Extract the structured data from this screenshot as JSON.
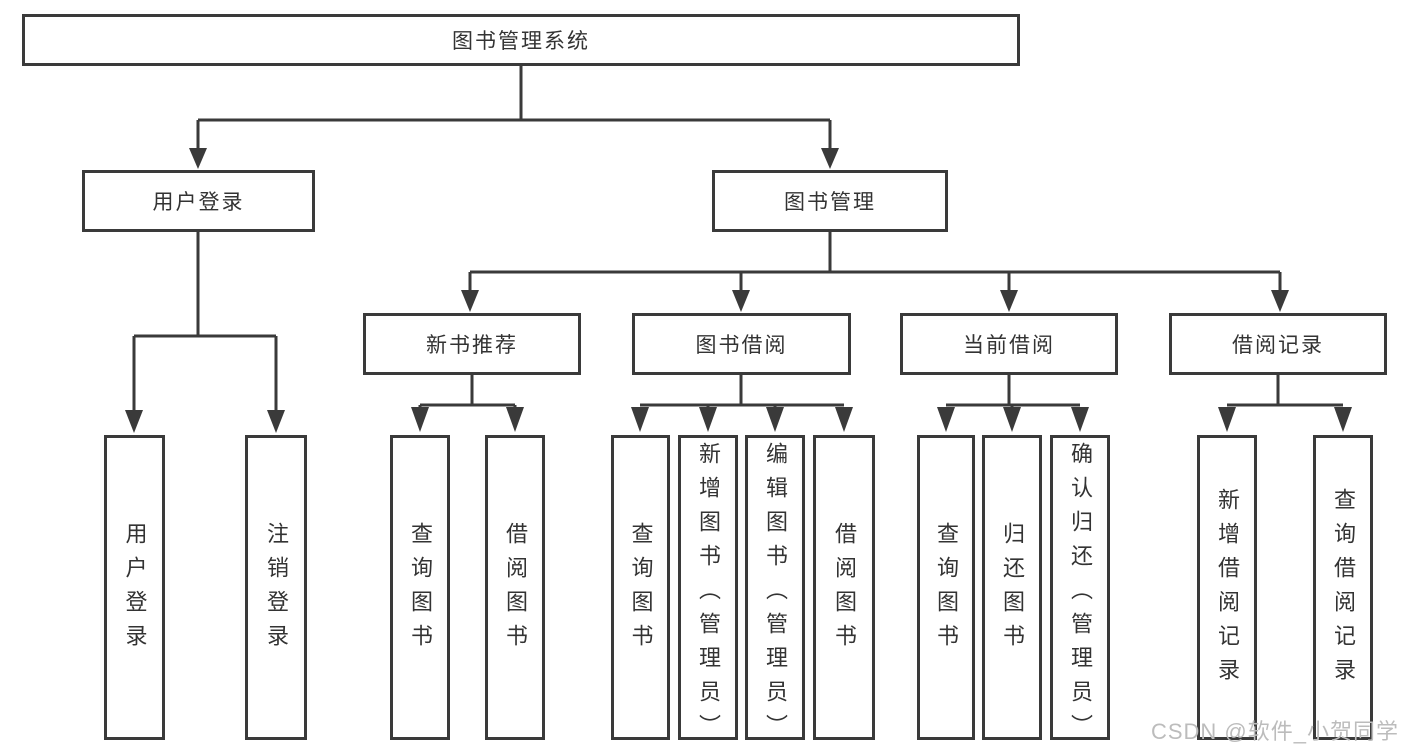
{
  "diagram": {
    "type": "hierarchy-tree",
    "colors": {
      "background": "#ffffff",
      "line": "#3a3a3a",
      "text": "#333333",
      "watermark": "#bcbcbc"
    },
    "watermark": "CSDN @软件_小贺同学",
    "nodes": {
      "root": {
        "label": "图书管理系统"
      },
      "login": {
        "label": "用户登录",
        "children": [
          {
            "label": "用户登录"
          },
          {
            "label": "注销登录"
          }
        ]
      },
      "mgmt": {
        "label": "图书管理",
        "children": [
          {
            "label": "新书推荐",
            "children": [
              {
                "label": "查询图书"
              },
              {
                "label": "借阅图书"
              }
            ]
          },
          {
            "label": "图书借阅",
            "children": [
              {
                "label": "查询图书"
              },
              {
                "label": "新增图书（管理员）"
              },
              {
                "label": "编辑图书（管理员）"
              },
              {
                "label": "借阅图书"
              }
            ]
          },
          {
            "label": "当前借阅",
            "children": [
              {
                "label": "查询图书"
              },
              {
                "label": "归还图书"
              },
              {
                "label": "确认归还（管理员）"
              }
            ]
          },
          {
            "label": "借阅记录",
            "children": [
              {
                "label": "新增借阅记录"
              },
              {
                "label": "查询借阅记录"
              }
            ]
          }
        ]
      }
    }
  }
}
